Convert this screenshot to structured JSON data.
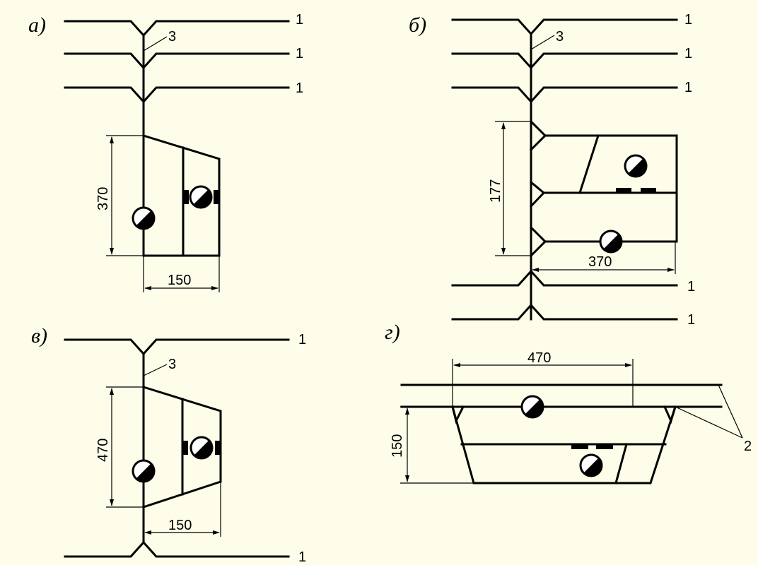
{
  "panels": {
    "a": {
      "label": "а)",
      "line_labels": [
        "1",
        "1",
        "1"
      ],
      "leader_label": "3",
      "dim_height": "370",
      "dim_width": "150"
    },
    "b": {
      "label": "б)",
      "line_labels": [
        "1",
        "1",
        "1",
        "1",
        "1"
      ],
      "leader_label": "3",
      "dim_height": "177",
      "dim_width": "370"
    },
    "v": {
      "label": "в)",
      "line_labels": [
        "1",
        "1"
      ],
      "leader_label": "3",
      "dim_height": "470",
      "dim_width": "150"
    },
    "g": {
      "label": "г)",
      "dim_width": "470",
      "dim_height": "150",
      "leader_label": "2"
    }
  },
  "colors": {
    "background": "#fdfde9",
    "ink": "#000000"
  }
}
